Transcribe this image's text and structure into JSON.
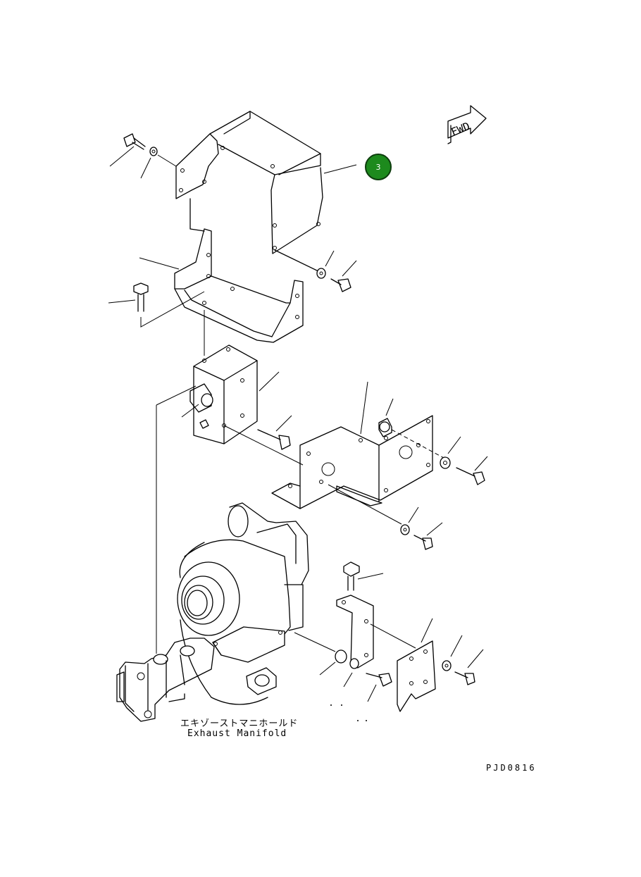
{
  "diagram": {
    "fwd_label": "FWD",
    "callout_number": "3",
    "caption_japanese": "エキゾーストマニホールド",
    "caption_english": "Exhaust Manifold",
    "drawing_code": "PJD0816"
  },
  "colors": {
    "callout_fill": "#1d8a1d",
    "callout_border": "#0d3d0d",
    "line": "#000000",
    "background": "#ffffff"
  },
  "icons": [
    "fwd-arrow-icon"
  ]
}
